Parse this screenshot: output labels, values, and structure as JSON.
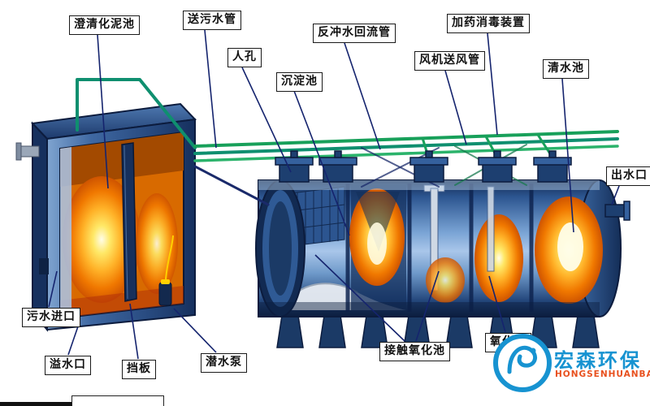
{
  "labels": {
    "clarified_sludge_tank": "澄清化泥池",
    "sewage_feed_pipe": "送污水管",
    "backwash_return_pipe": "反冲水回流管",
    "dosing_disinfection_device": "加药消毒装置",
    "manhole": "人孔",
    "sedimentation_tank": "沉淀池",
    "fan_air_duct": "风机送风管",
    "clean_water_tank": "清水池",
    "water_outlet": "出水口",
    "sewage_inlet": "污水进口",
    "overflow_port": "溢水口",
    "baffle": "挡板",
    "submersible_pump": "潜水泵",
    "contact_oxidation_tank": "接触氧化池",
    "oxidation_tank": "氧化池"
  },
  "logo": {
    "company_cn": "宏森环保",
    "company_en": "HONGSENHUANBAO"
  },
  "colors": {
    "pipe_green": "#18a05a",
    "pipe_teal": "#0f8f6f",
    "tank_blue": "#35619e",
    "interior_glow": "#ff9d1e",
    "leader_line": "#15246e",
    "logo_blue": "#1793d1",
    "logo_red": "#e8501e"
  }
}
